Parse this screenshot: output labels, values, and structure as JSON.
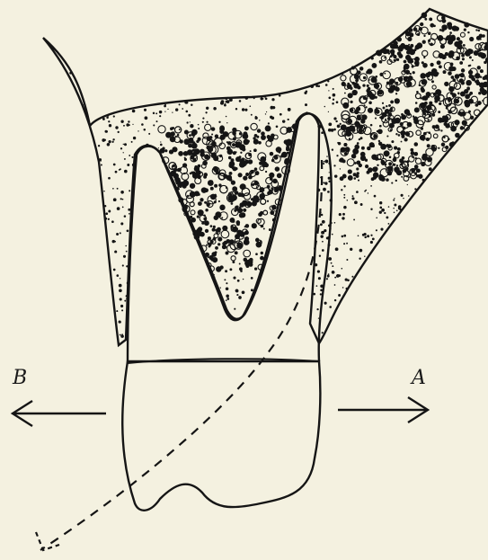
{
  "figure": {
    "labels": {
      "b": "B",
      "a": "A"
    },
    "colors": {
      "paper": "#f4f1e0",
      "ink": "#151515"
    },
    "elements": {
      "bone": "stippled-alveolar-bone",
      "tooth": "two-rooted-tooth",
      "path": "dashed-curved-path",
      "arrows": [
        "arrow-left",
        "arrow-right"
      ]
    }
  }
}
